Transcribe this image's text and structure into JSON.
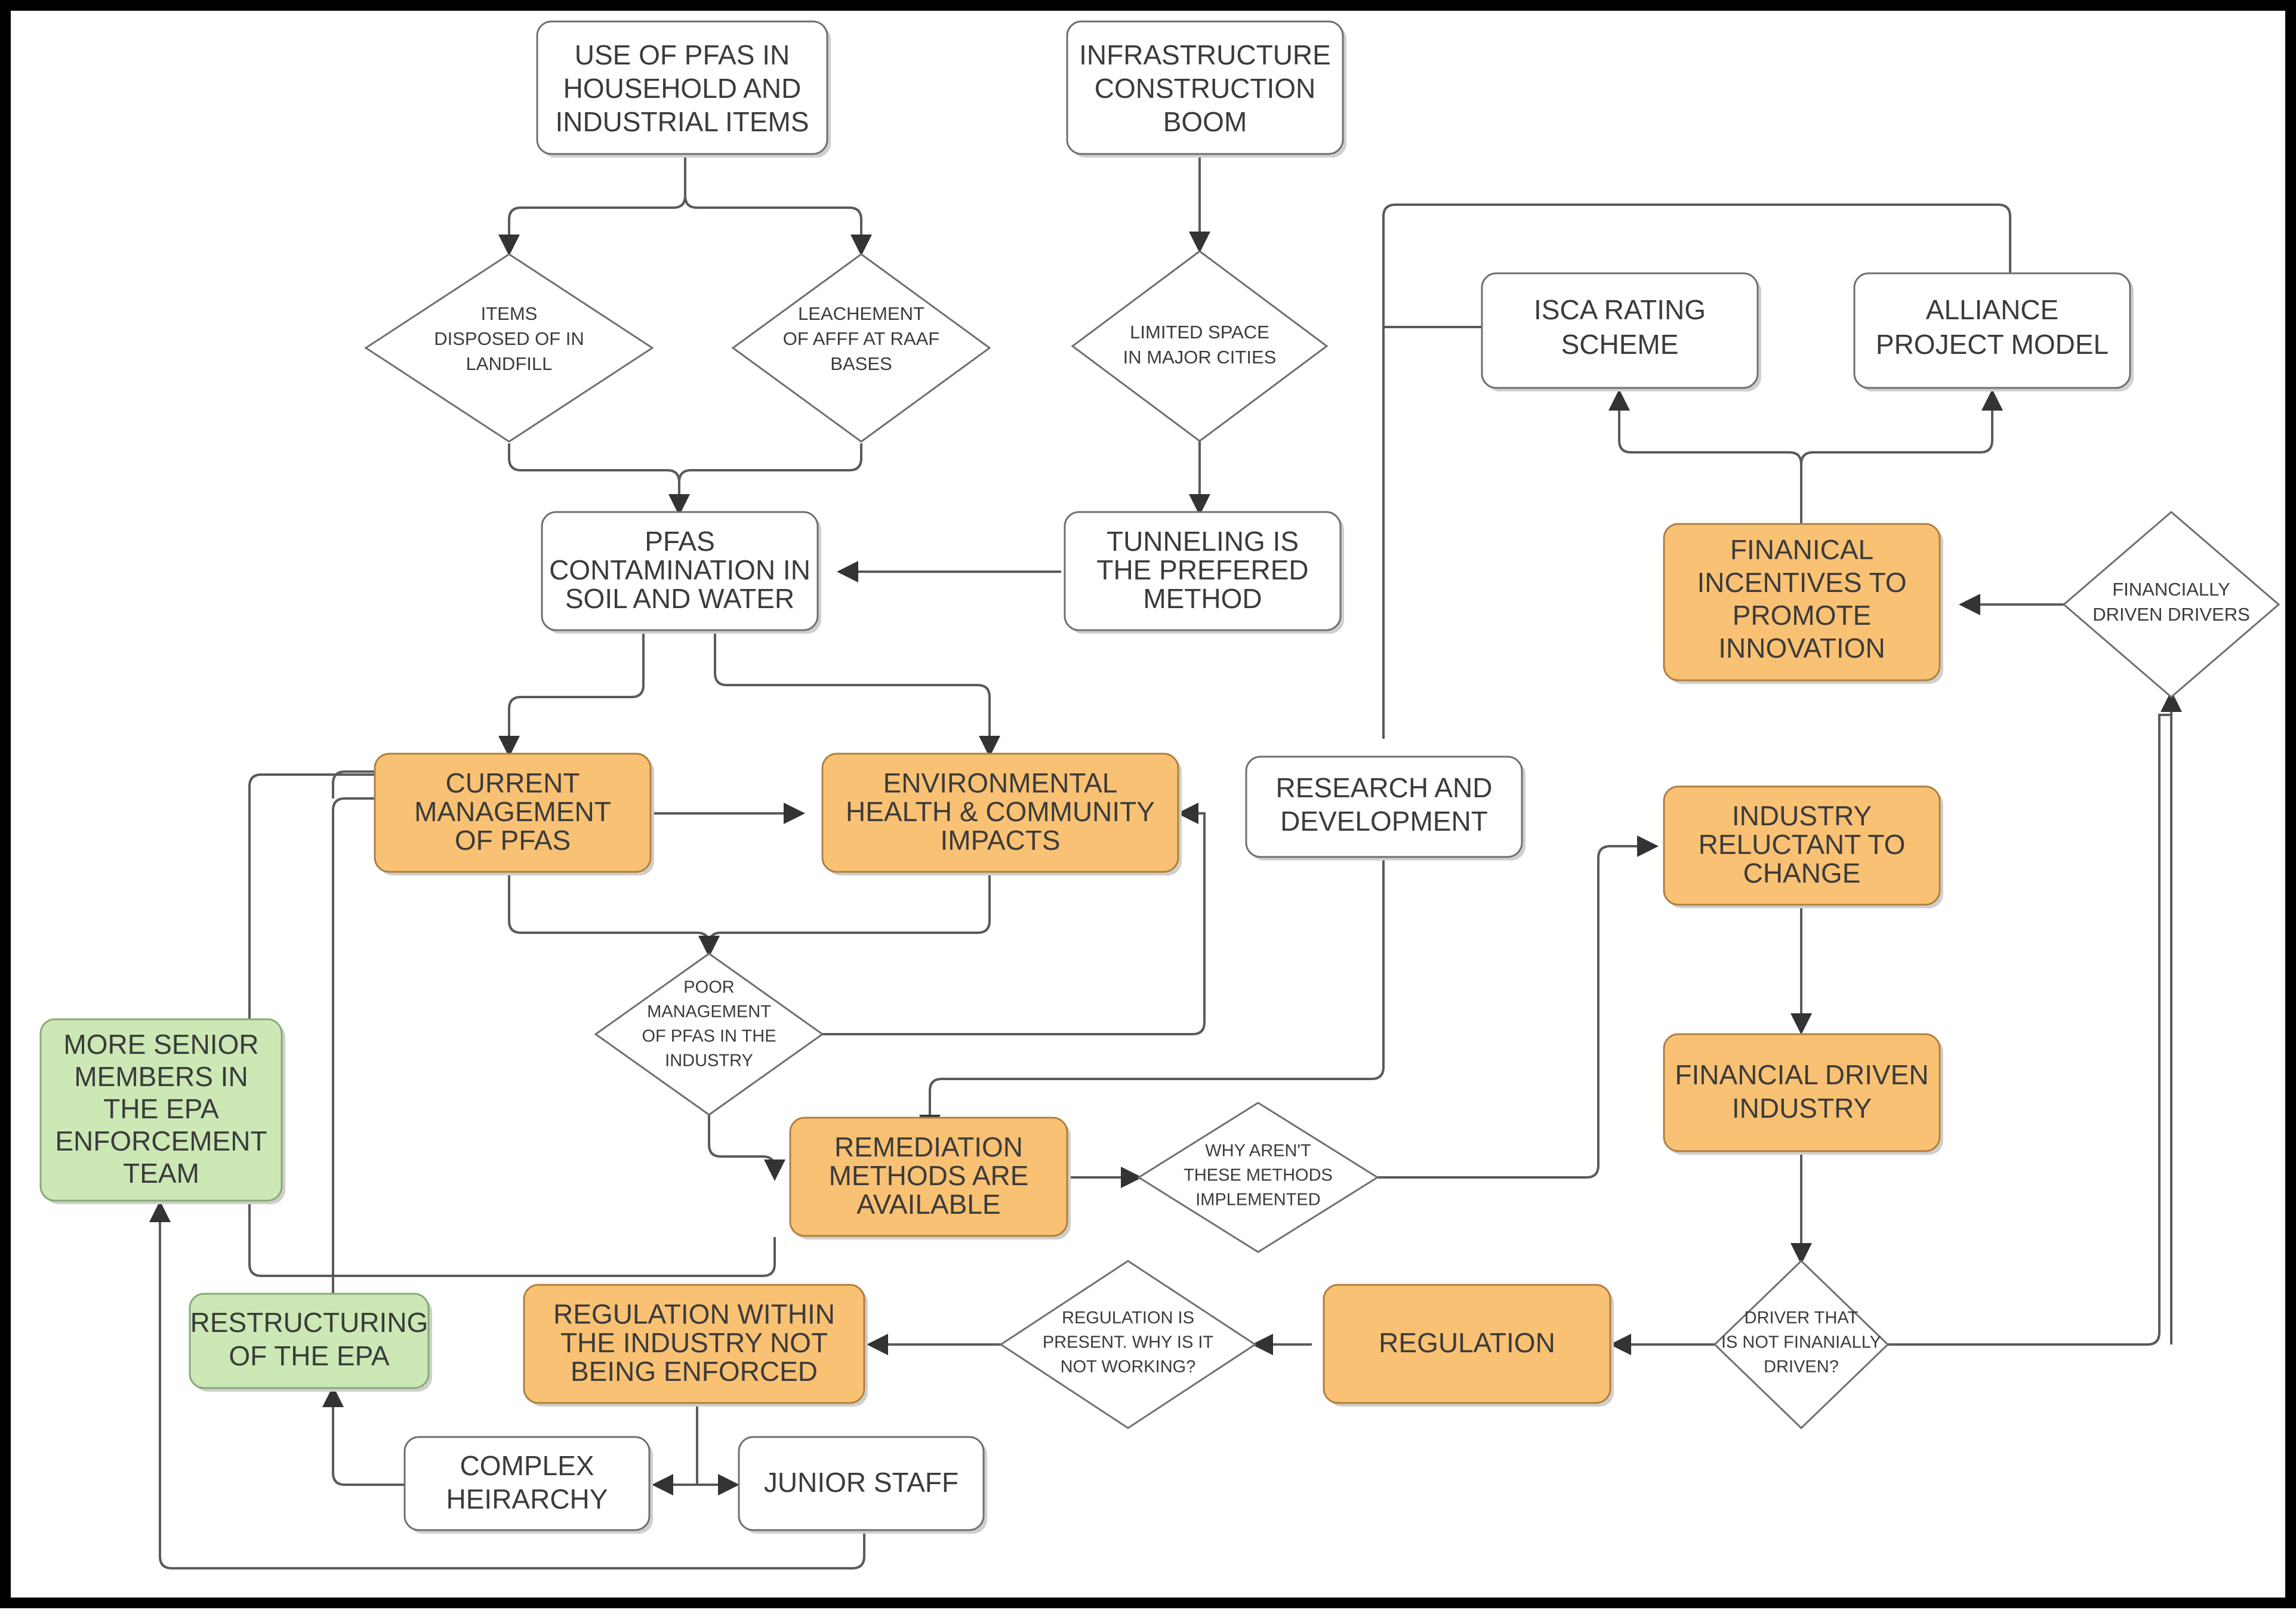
{
  "diagram": {
    "title": "PFAS Contamination and Industry Regulation Systems Map",
    "type": "flowchart",
    "frame_border_color": "#000000",
    "palette": {
      "orange_fill": "#F9C173",
      "orange_stroke": "#AF8040",
      "green_fill": "#CBE8B5",
      "green_stroke": "#89A976",
      "white_fill": "#FFFFFF",
      "shape_stroke": "#6F6F6F",
      "edge_stroke": "#5A5A5A",
      "text_color": "#3B3B3B"
    },
    "nodes": [
      {
        "id": "use-of-pfas",
        "shape": "rect",
        "color": "white",
        "lines": [
          "USE OF PFAS IN",
          "HOUSEHOLD AND",
          "INDUSTRIAL ITEMS"
        ]
      },
      {
        "id": "infrastructure-boom",
        "shape": "rect",
        "color": "white",
        "lines": [
          "INFRASTRUCTURE",
          "CONSTRUCTION",
          "BOOM"
        ]
      },
      {
        "id": "items-landfill",
        "shape": "diamond",
        "color": "white",
        "lines": [
          "ITEMS",
          "DISPOSED OF IN",
          "LANDFILL"
        ]
      },
      {
        "id": "leachement-afff",
        "shape": "diamond",
        "color": "white",
        "lines": [
          "LEACHEMENT",
          "OF AFFF AT RAAF",
          "BASES"
        ]
      },
      {
        "id": "limited-space",
        "shape": "diamond",
        "color": "white",
        "lines": [
          "LIMITED SPACE",
          "IN MAJOR CITIES"
        ]
      },
      {
        "id": "isca-rating-scheme",
        "shape": "rect",
        "color": "white",
        "lines": [
          "ISCA RATING",
          "SCHEME"
        ]
      },
      {
        "id": "alliance-project-model",
        "shape": "rect",
        "color": "white",
        "lines": [
          "ALLIANCE",
          "PROJECT MODEL"
        ]
      },
      {
        "id": "pfas-contamination",
        "shape": "rect",
        "color": "white",
        "lines": [
          "PFAS",
          "CONTAMINATION IN",
          "SOIL AND WATER"
        ]
      },
      {
        "id": "tunneling-preferred",
        "shape": "rect",
        "color": "white",
        "lines": [
          "TUNNELING IS",
          "THE PREFERED",
          "METHOD"
        ]
      },
      {
        "id": "financial-incentives",
        "shape": "rect",
        "color": "orange",
        "lines": [
          "FINANICAL",
          "INCENTIVES TO",
          "PROMOTE",
          "INNOVATION"
        ]
      },
      {
        "id": "financially-driven-drivers",
        "shape": "diamond",
        "color": "white",
        "lines": [
          "FINANCIALLY",
          "DRIVEN DRIVERS"
        ]
      },
      {
        "id": "current-management",
        "shape": "rect",
        "color": "orange",
        "lines": [
          "CURRENT",
          "MANAGEMENT",
          "OF PFAS"
        ]
      },
      {
        "id": "environmental-health",
        "shape": "rect",
        "color": "orange",
        "lines": [
          "ENVIRONMENTAL",
          "HEALTH & COMMUNITY",
          "IMPACTS"
        ]
      },
      {
        "id": "research-development",
        "shape": "rect",
        "color": "white",
        "lines": [
          "RESEARCH AND",
          "DEVELOPMENT"
        ]
      },
      {
        "id": "industry-reluctant",
        "shape": "rect",
        "color": "orange",
        "lines": [
          "INDUSTRY",
          "RELUCTANT TO",
          "CHANGE"
        ]
      },
      {
        "id": "poor-management",
        "shape": "diamond",
        "color": "white",
        "lines": [
          "POOR",
          "MANAGEMENT",
          "OF PFAS IN THE",
          "INDUSTRY"
        ]
      },
      {
        "id": "more-senior-members",
        "shape": "rect",
        "color": "green",
        "lines": [
          "MORE SENIOR",
          "MEMBERS IN",
          "THE EPA",
          "ENFORCEMENT",
          "TEAM"
        ]
      },
      {
        "id": "remediation-methods",
        "shape": "rect",
        "color": "orange",
        "lines": [
          "REMEDIATION",
          "METHODS ARE",
          "AVAILABLE"
        ]
      },
      {
        "id": "why-not-implemented",
        "shape": "diamond",
        "color": "white",
        "lines": [
          "WHY AREN'T",
          "THESE METHODS",
          "IMPLEMENTED"
        ]
      },
      {
        "id": "financial-driven-industry",
        "shape": "rect",
        "color": "orange",
        "lines": [
          "FINANCIAL DRIVEN",
          "INDUSTRY"
        ]
      },
      {
        "id": "restructuring-epa",
        "shape": "rect",
        "color": "green",
        "lines": [
          "RESTRUCTURING",
          "OF THE EPA"
        ]
      },
      {
        "id": "regulation-not-enforced",
        "shape": "rect",
        "color": "orange",
        "lines": [
          "REGULATION WITHIN",
          "THE INDUSTRY NOT",
          "BEING ENFORCED"
        ]
      },
      {
        "id": "regulation-present",
        "shape": "diamond",
        "color": "white",
        "lines": [
          "REGULATION IS",
          "PRESENT. WHY IS IT",
          "NOT WORKING?"
        ]
      },
      {
        "id": "regulation",
        "shape": "rect",
        "color": "orange",
        "lines": [
          "REGULATION"
        ]
      },
      {
        "id": "driver-not-financial",
        "shape": "diamond",
        "color": "white",
        "lines": [
          "DRIVER THAT",
          "IS NOT FINANIALLY",
          "DRIVEN?"
        ]
      },
      {
        "id": "complex-heirarchy",
        "shape": "rect",
        "color": "white",
        "lines": [
          "COMPLEX",
          "HEIRARCHY"
        ]
      },
      {
        "id": "junior-staff",
        "shape": "rect",
        "color": "white",
        "lines": [
          "JUNIOR STAFF"
        ]
      }
    ],
    "edges": [
      {
        "from": "use-of-pfas",
        "to": "items-landfill"
      },
      {
        "from": "use-of-pfas",
        "to": "leachement-afff"
      },
      {
        "from": "items-landfill",
        "to": "pfas-contamination"
      },
      {
        "from": "leachement-afff",
        "to": "pfas-contamination"
      },
      {
        "from": "infrastructure-boom",
        "to": "limited-space"
      },
      {
        "from": "limited-space",
        "to": "tunneling-preferred"
      },
      {
        "from": "tunneling-preferred",
        "to": "pfas-contamination"
      },
      {
        "from": "pfas-contamination",
        "to": "current-management"
      },
      {
        "from": "pfas-contamination",
        "to": "environmental-health"
      },
      {
        "from": "current-management",
        "to": "environmental-health"
      },
      {
        "from": "current-management",
        "to": "poor-management"
      },
      {
        "from": "environmental-health",
        "to": "poor-management"
      },
      {
        "from": "poor-management",
        "to": "environmental-health"
      },
      {
        "from": "poor-management",
        "to": "remediation-methods"
      },
      {
        "from": "research-development",
        "to": "remediation-methods"
      },
      {
        "from": "research-development",
        "to": "isca-rating-scheme"
      },
      {
        "from": "research-development",
        "to": "alliance-project-model"
      },
      {
        "from": "remediation-methods",
        "to": "why-not-implemented"
      },
      {
        "from": "why-not-implemented",
        "to": "industry-reluctant"
      },
      {
        "from": "industry-reluctant",
        "to": "financial-driven-industry"
      },
      {
        "from": "financial-driven-industry",
        "to": "driver-not-financial"
      },
      {
        "from": "driver-not-financial",
        "to": "regulation"
      },
      {
        "from": "driver-not-financial",
        "to": "financially-driven-drivers"
      },
      {
        "from": "financially-driven-drivers",
        "to": "financial-incentives"
      },
      {
        "from": "financial-incentives",
        "to": "isca-rating-scheme"
      },
      {
        "from": "financial-incentives",
        "to": "alliance-project-model"
      },
      {
        "from": "regulation",
        "to": "regulation-present"
      },
      {
        "from": "regulation-present",
        "to": "regulation-not-enforced"
      },
      {
        "from": "regulation-not-enforced",
        "to": "complex-heirarchy"
      },
      {
        "from": "regulation-not-enforced",
        "to": "junior-staff"
      },
      {
        "from": "complex-heirarchy",
        "to": "restructuring-epa"
      },
      {
        "from": "junior-staff",
        "to": "more-senior-members"
      },
      {
        "from": "restructuring-epa",
        "to": "current-management"
      },
      {
        "from": "remediation-methods",
        "to": "current-management"
      }
    ]
  }
}
